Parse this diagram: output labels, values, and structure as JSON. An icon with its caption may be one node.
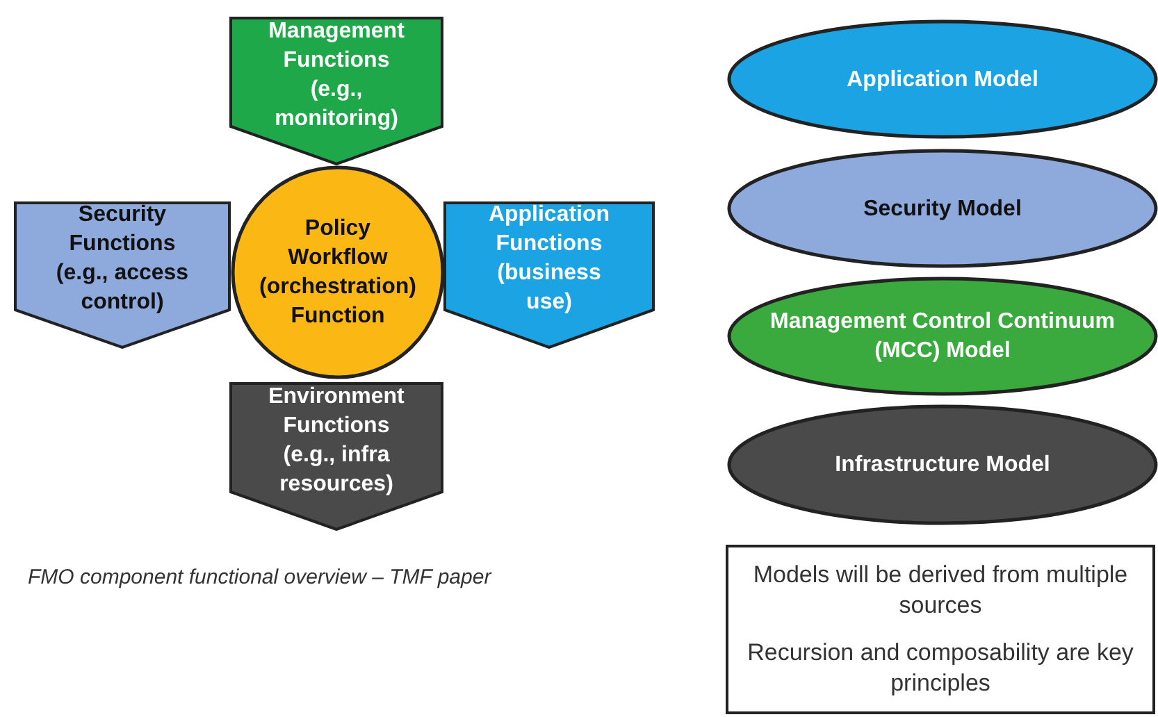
{
  "diagram": {
    "caption": "FMO component functional overview – TMF paper",
    "nodes": [
      {
        "text": [
          "Management Functions (e.g., monitoring)"
        ]
      },
      {
        "text": [
          "Security Functions (e.g., access control)"
        ]
      },
      {
        "text": [
          "Policy Workflow (orchestration) Function"
        ]
      },
      {
        "text": [
          "Application Functions (business use)"
        ]
      },
      {
        "text": [
          "Environment Functions (e.g., infra resources)"
        ]
      },
      {
        "text": [
          "Application Model"
        ]
      },
      {
        "text": [
          "Security Model"
        ]
      },
      {
        "text": [
          "Management Control Continuum (MCC) Model"
        ]
      },
      {
        "text": [
          "Infrastructure Model"
        ]
      },
      {
        "text": [
          "Models will be derived from multiple sources",
          "Recursion and composability are key principles"
        ]
      }
    ]
  }
}
